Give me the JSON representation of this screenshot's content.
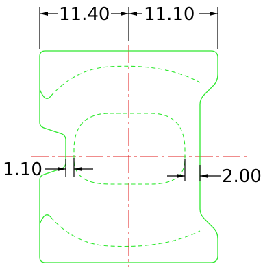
{
  "dimensions": {
    "top_left": "11.40",
    "top_right": "11.10",
    "left_gap": "1.10",
    "right_gap": "2.00"
  },
  "colors": {
    "outline": "#2ee82e",
    "center_line": "#e01818",
    "dimension": "#000000",
    "background": "#ffffff"
  }
}
